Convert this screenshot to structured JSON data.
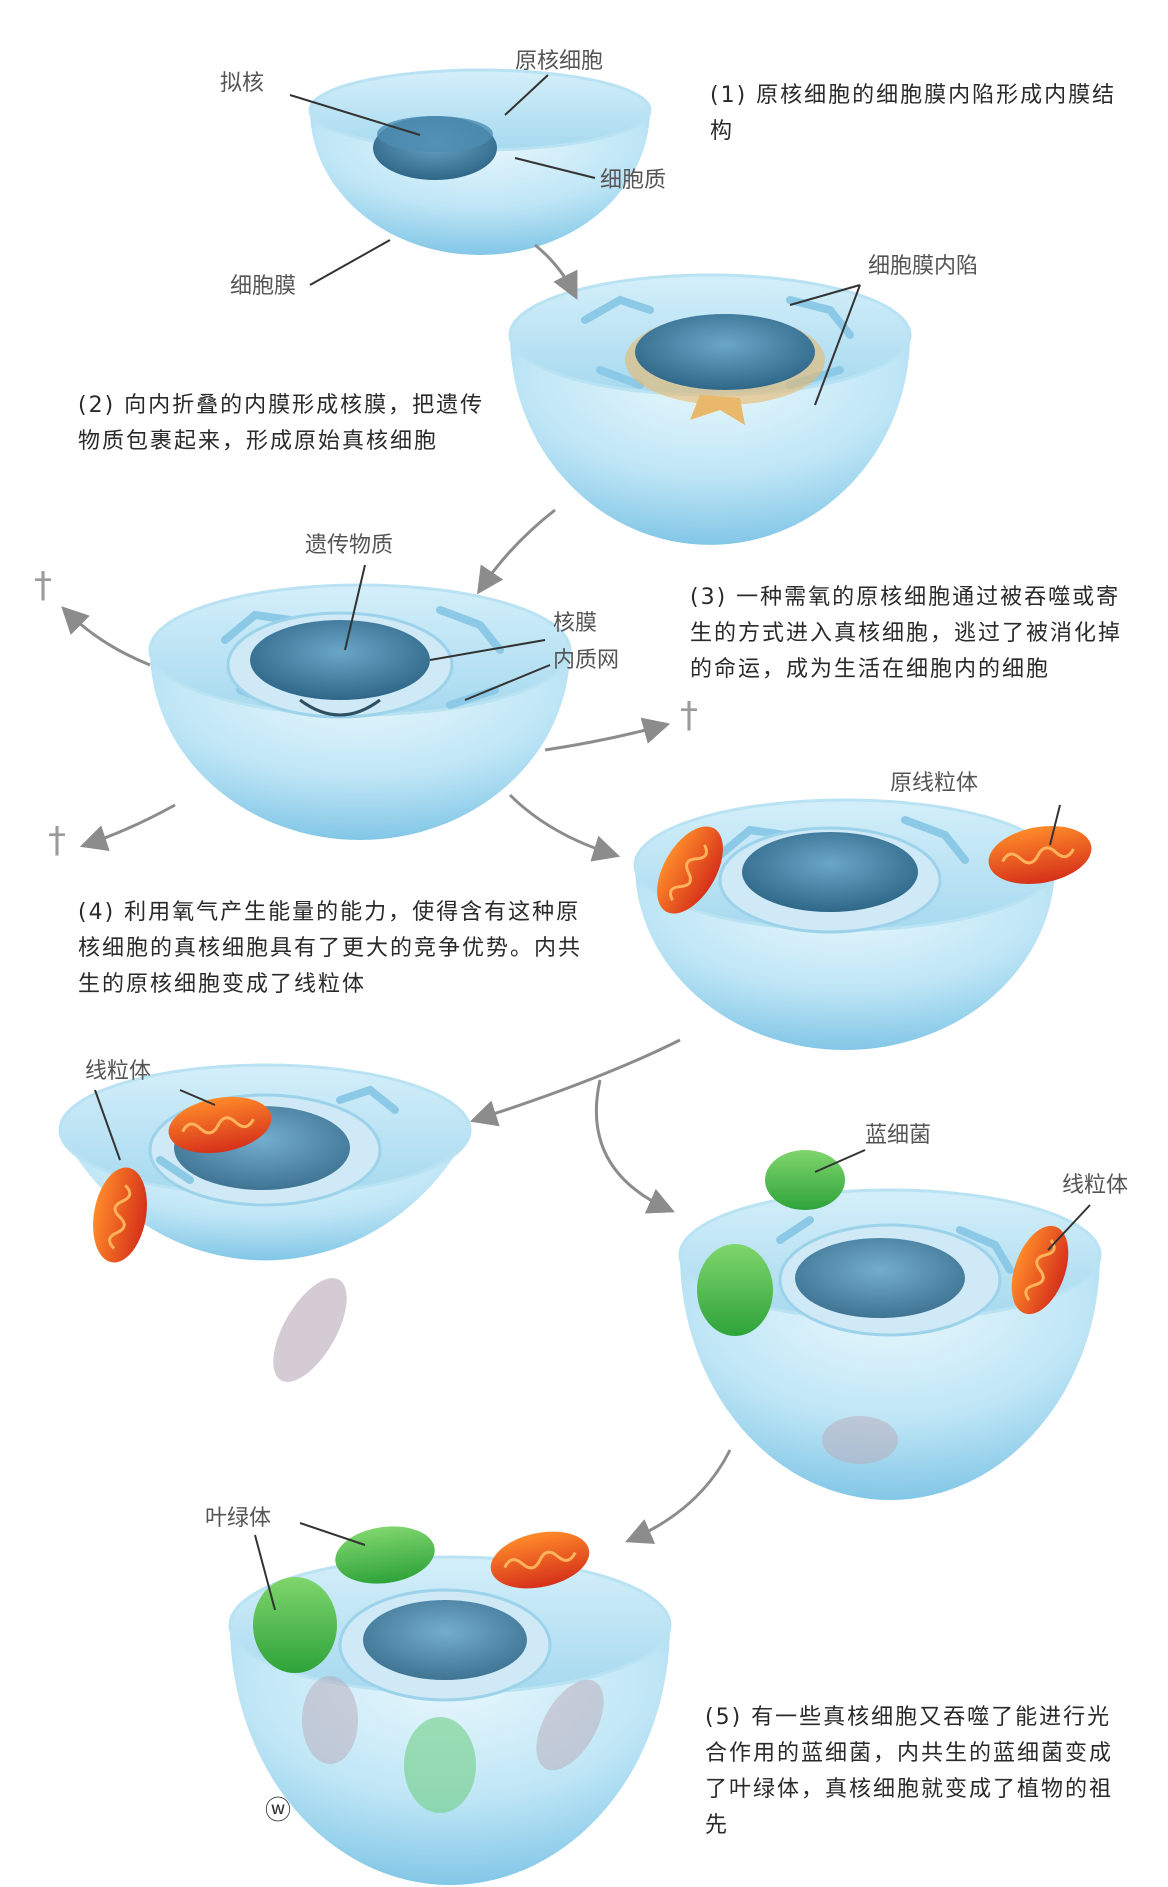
{
  "captions": {
    "step1": "(1) 原核细胞的细胞膜内陷形成内膜结构",
    "step2": "(2) 向内折叠的内膜形成核膜，把遗传物质包裹起来，形成原始真核细胞",
    "step3": "(3) 一种需氧的原核细胞通过被吞噬或寄生的方式进入真核细胞，逃过了被消化掉的命运，成为生活在细胞内的细胞",
    "step4": "(4) 利用氧气产生能量的能力，使得含有这种原核细胞的真核细胞具有了更大的竞争优势。内共生的原核细胞变成了线粒体",
    "step5": "(5) 有一些真核细胞又吞噬了能进行光合作用的蓝细菌，内共生的蓝细菌变成了叶绿体，真核细胞就变成了植物的祖先"
  },
  "labels": {
    "nucleoid": "拟核",
    "prokaryote": "原核细胞",
    "cytoplasm": "细胞质",
    "cell_membrane": "细胞膜",
    "invagination": "细胞膜内陷",
    "genetic_material": "遗传物质",
    "nuclear_envelope": "核膜",
    "er": "内质网",
    "proto_mito": "原线粒体",
    "mito_a": "线粒体",
    "cyanobacteria": "蓝细菌",
    "mito_b": "线粒体",
    "chloroplast": "叶绿体"
  },
  "death_marks": [
    "†",
    "†",
    "†",
    "†"
  ],
  "watermark": "ⓦ",
  "colors": {
    "cell_light": "#dff3fb",
    "cell_mid": "#9fd6ee",
    "cell_dark": "#6bbbe0",
    "dna": "#3f7fa3",
    "mito": "#e8501e",
    "chloro": "#3fb54a",
    "arrow": "#8c8c8c"
  }
}
